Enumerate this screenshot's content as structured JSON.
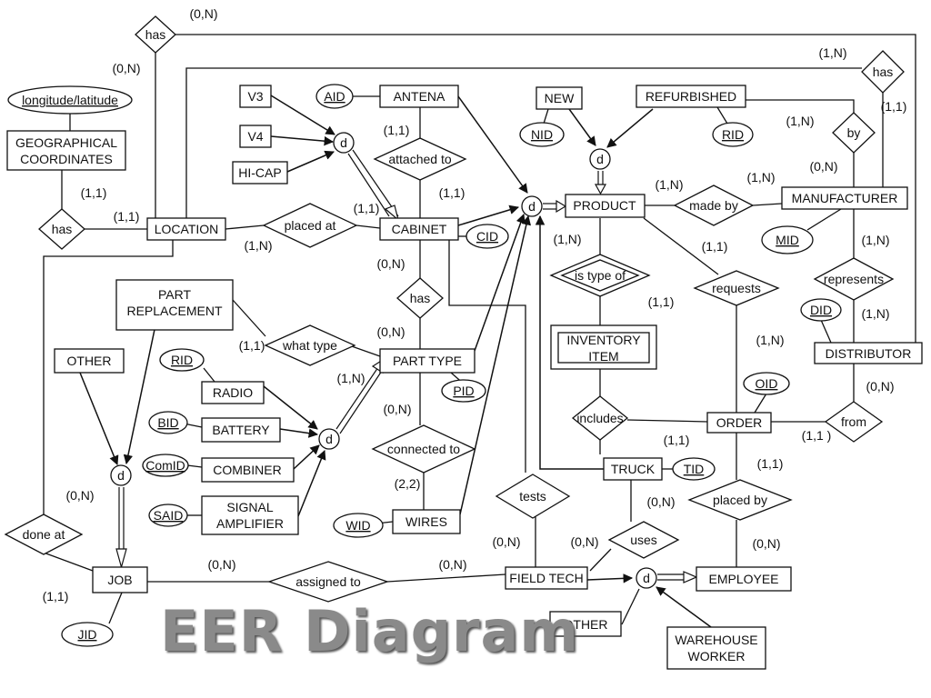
{
  "title": "EER Diagram",
  "entities": {
    "geo": [
      "GEOGRAPHICAL",
      "COORDINATES"
    ],
    "location": "LOCATION",
    "v3": "V3",
    "v4": "V4",
    "hicap": "HI-CAP",
    "antena": "ANTENA",
    "cabinet": "CABINET",
    "new": "NEW",
    "refurbished": "REFURBISHED",
    "product": "PRODUCT",
    "manufacturer": "MANUFACTURER",
    "part_replacement": [
      "PART",
      "REPLACEMENT"
    ],
    "part_type": "PART TYPE",
    "inventory_item": [
      "INVENTORY",
      "ITEM"
    ],
    "distributor": "DISTRIBUTOR",
    "other_job": "OTHER",
    "radio": "RADIO",
    "battery": "BATTERY",
    "combiner": "COMBINER",
    "signal_amplifier": [
      "SIGNAL",
      "AMPLIFIER"
    ],
    "order": "ORDER",
    "truck": "TRUCK",
    "wires": "WIRES",
    "job": "JOB",
    "field_tech": "FIELD TECH",
    "employee": "EMPLOYEE",
    "other_emp": "OTHER",
    "warehouse_worker": [
      "WAREHOUSE",
      "WORKER"
    ]
  },
  "relationships": {
    "has_top": "has",
    "has_geo": "has",
    "has_mfr": "has",
    "attached_to": "attached to",
    "placed_at": "placed at",
    "made_by": "made by",
    "by": "by",
    "is_type_of": "is type of",
    "requests": "requests",
    "represents": "represents",
    "has_cab": "has",
    "what_type": "what type",
    "includes": "includes",
    "from": "from",
    "connected_to": "connected to",
    "tests": "tests",
    "placed_by": "placed by",
    "uses": "uses",
    "done_at": "done at",
    "assigned_to": "assigned to"
  },
  "attributes": {
    "longlat": "longitude/latitude",
    "aid": "AID",
    "nid": "NID",
    "rid_ref": "RID",
    "cid": "CID",
    "mid": "MID",
    "did": "DID",
    "rid_radio": "RID",
    "bid": "BID",
    "comid": "ComID",
    "said": "SAID",
    "oid": "OID",
    "tid": "TID",
    "pid": "PID",
    "wid": "WID",
    "jid": "JID"
  },
  "disjoint_symbol": "d",
  "cardinalities": {
    "c01": "(0,N)",
    "c02": "(0,N)",
    "c03": "(1,N)",
    "c04": "(1,1)",
    "c05": "(1,1)",
    "c06": "(1,1)",
    "c07": "(1,1)",
    "c08": "(1,N)",
    "c09": "(1,N)",
    "c10": "(1,N)",
    "c11": "(0,N)",
    "c12": "(1,N)",
    "c13": "(1,1)",
    "c14": "(1,N)",
    "c15": "(1,1)",
    "c16": "(0,N)",
    "c17": "(1,N)",
    "c18": "(1,1)",
    "c19": "(1,N)",
    "c20": "(0,N)",
    "c21": "(1,N)",
    "c22": "(1,N)",
    "c23": "(1,1)",
    "c24": "(0,N)",
    "c25": "(1,1)",
    "c26": "(1,1 )",
    "c27": "(1,1)",
    "c28": "(0,N)",
    "c29": "(0,N)",
    "c30": "(2,2)",
    "c31": "(0,N)",
    "c32": "(0,N)",
    "c33": "(0,N)",
    "c34": "(0,N)",
    "c35": "(0,N)",
    "c36": "(1,1)",
    "c37": "(1,N)"
  }
}
